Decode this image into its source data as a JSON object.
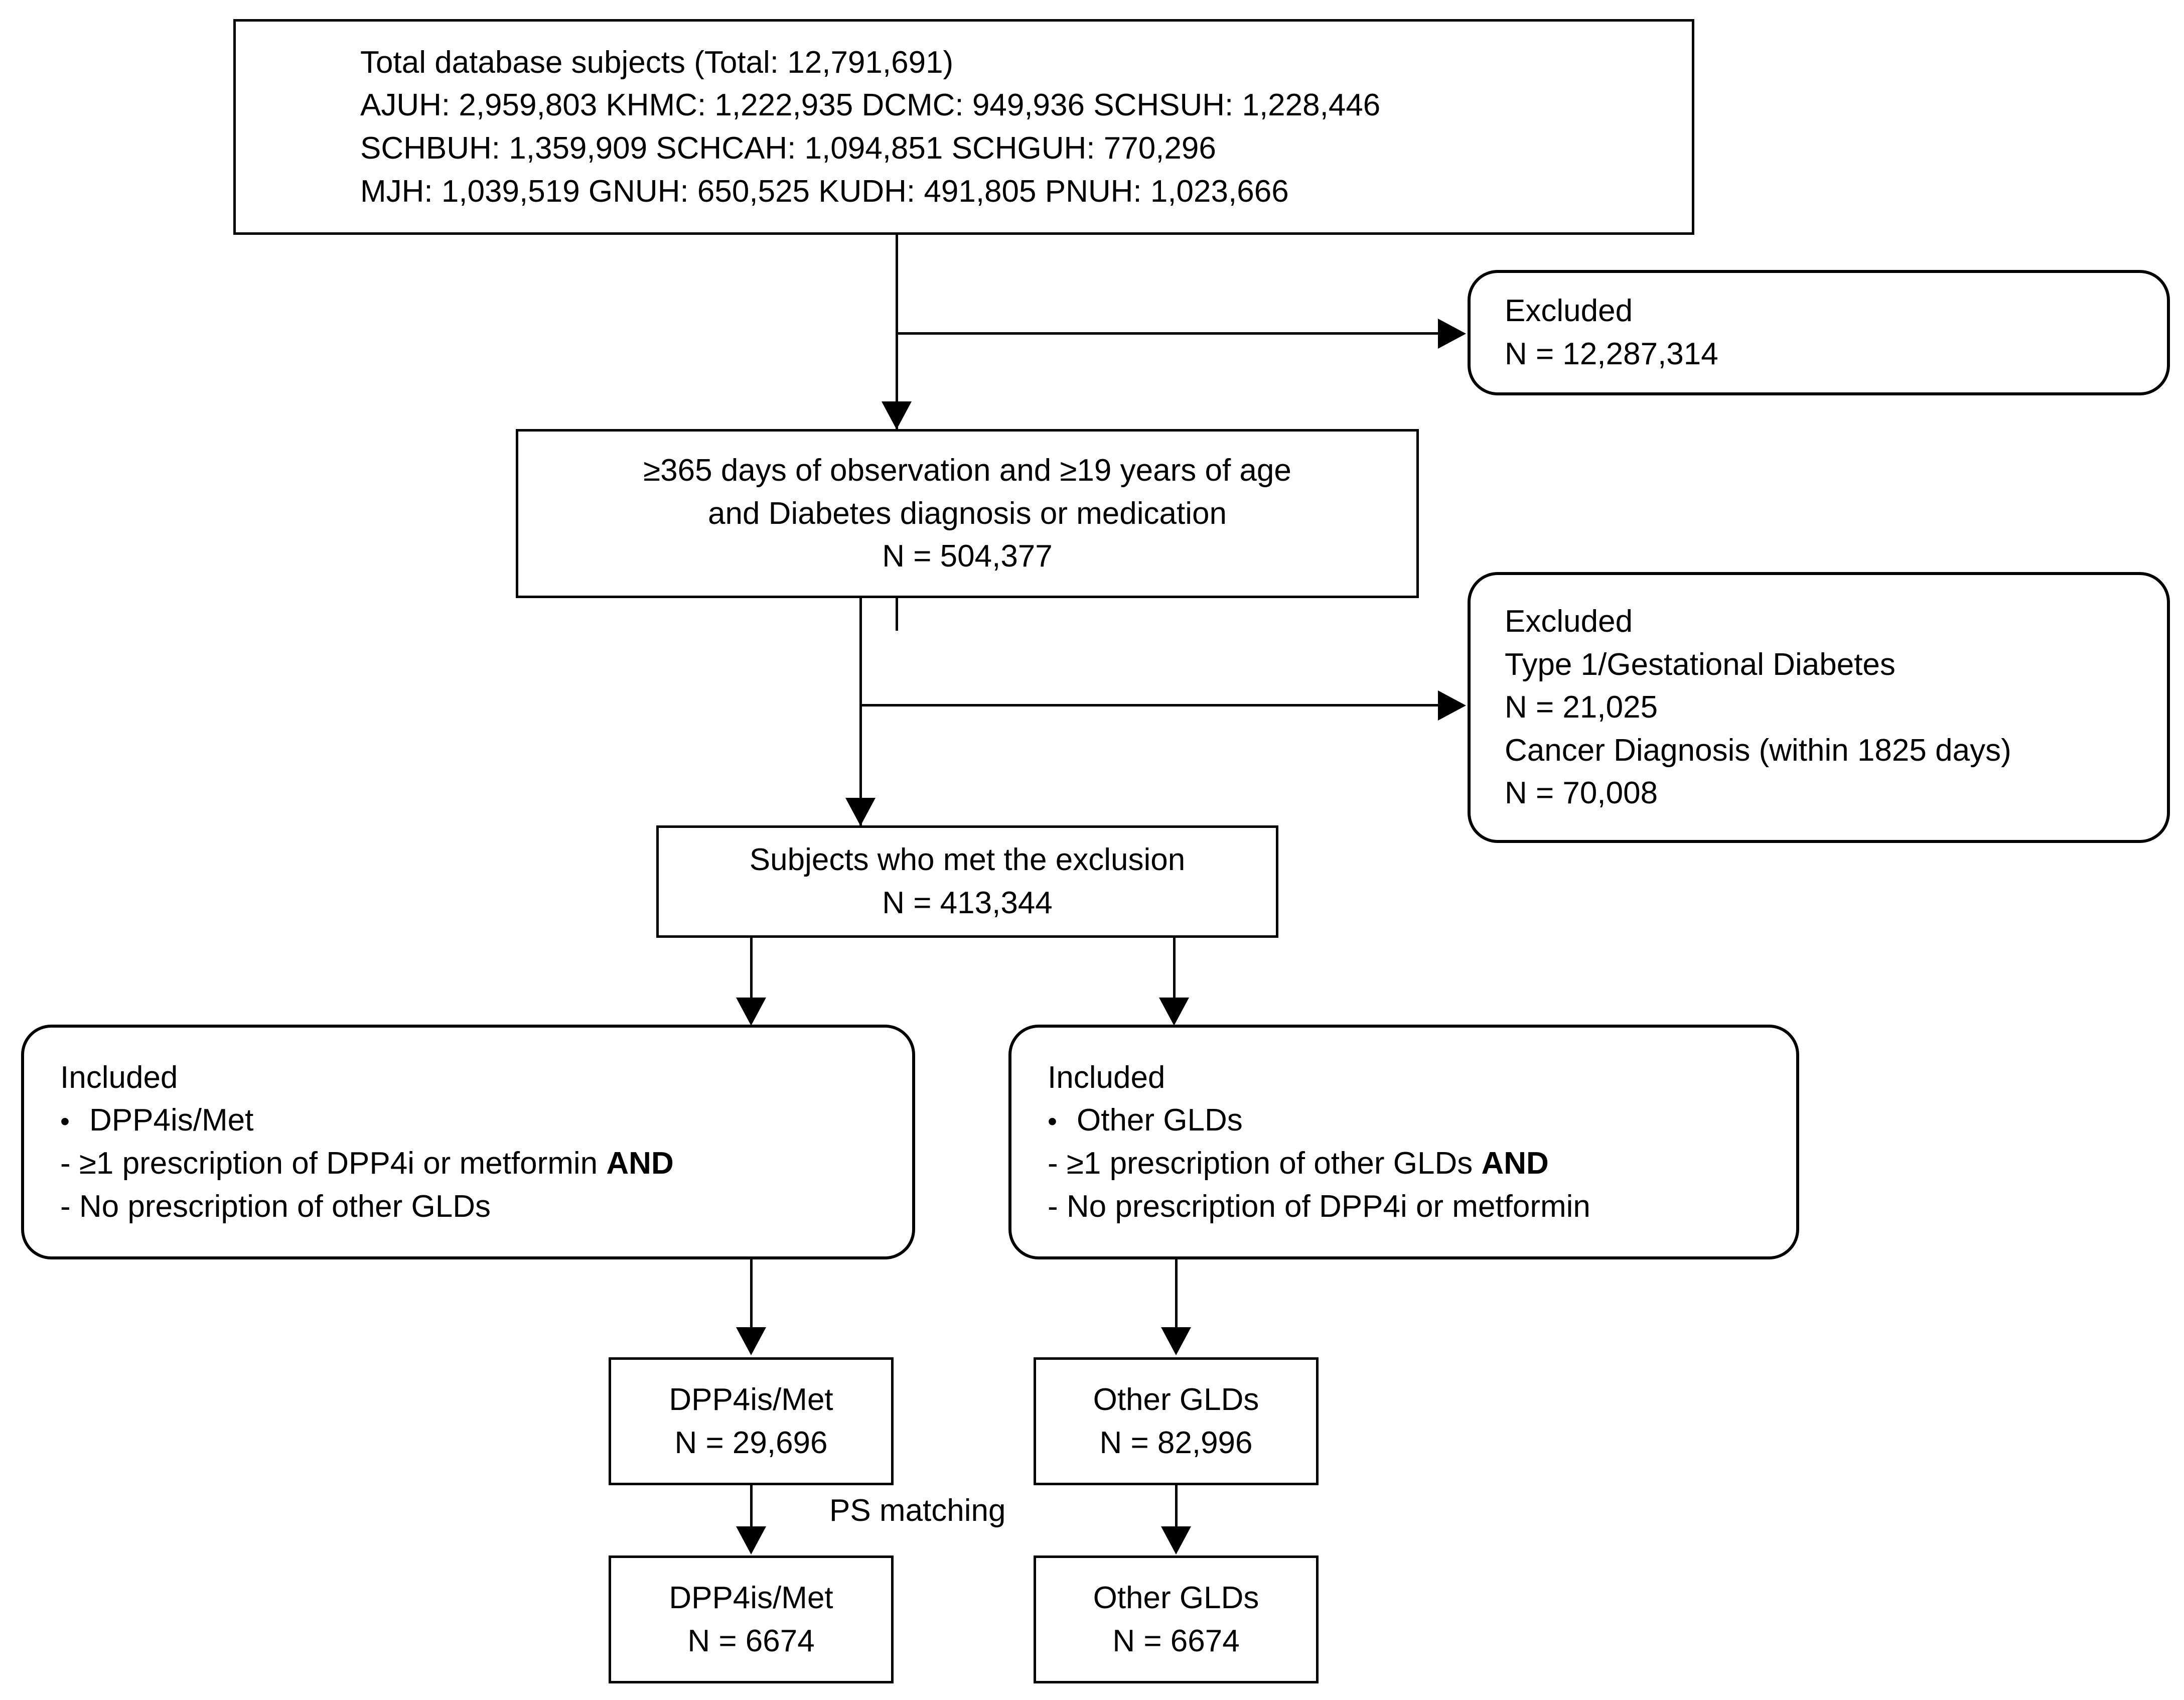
{
  "diagram": {
    "title": "Study population selection flowchart",
    "line_color": "#000000",
    "background": "#ffffff"
  },
  "nodes": {
    "total": {
      "name": "total-database-subjects",
      "lines": [
        "Total database subjects (Total: 12,791,691)",
        "AJUH: 2,959,803 KHMC: 1,222,935 DCMC: 949,936 SCHSUH: 1,228,446",
        "SCHBUH: 1,359,909 SCHCAH: 1,094,851 SCHGUH: 770,296",
        "MJH: 1,039,519 GNUH: 650,525 KUDH: 491,805 PNUH: 1,023,666"
      ]
    },
    "excluded_1": {
      "name": "excluded-first",
      "lines": [
        "Excluded",
        "N = 12,287,314"
      ]
    },
    "criteria": {
      "name": "inclusion-criteria",
      "lines": [
        "≥365 days of observation and ≥19 years of age",
        "and Diabetes diagnosis or medication",
        "N = 504,377"
      ]
    },
    "excluded_2": {
      "name": "excluded-second",
      "lines": [
        "Excluded",
        "Type 1/Gestational Diabetes",
        "N = 21,025",
        "Cancer Diagnosis (within 1825 days)",
        "N = 70,008"
      ]
    },
    "met_exclusion": {
      "name": "subjects-met-exclusion",
      "lines": [
        "Subjects who met the exclusion",
        "N = 413,344"
      ]
    },
    "included_left": {
      "name": "included-dpp4is-met",
      "heading": "Included",
      "bullet": "DPP4is/Met",
      "rule_1_prefix": "- ≥1 prescription of DPP4i or metformin ",
      "rule_1_bold": "AND",
      "rule_2": "- No prescription of other GLDs"
    },
    "included_right": {
      "name": "included-other-glds",
      "heading": "Included",
      "bullet": "Other GLDs",
      "rule_1_prefix": "- ≥1 prescription of other GLDs ",
      "rule_1_bold": "AND",
      "rule_2": "- No prescription of DPP4i or metformin"
    },
    "arm_left_pre": {
      "name": "dpp4is-met-pre-match",
      "lines": [
        "DPP4is/Met",
        "N = 29,696"
      ]
    },
    "arm_right_pre": {
      "name": "other-glds-pre-match",
      "lines": [
        "Other GLDs",
        "N = 82,996"
      ]
    },
    "arm_left_post": {
      "name": "dpp4is-met-post-match",
      "lines": [
        "DPP4is/Met",
        "N = 6674"
      ]
    },
    "arm_right_post": {
      "name": "other-glds-post-match",
      "lines": [
        "Other GLDs",
        "N = 6674"
      ]
    }
  },
  "edge_labels": {
    "ps_matching": "PS matching"
  },
  "symbols": {
    "bullet_glyph": "•"
  }
}
